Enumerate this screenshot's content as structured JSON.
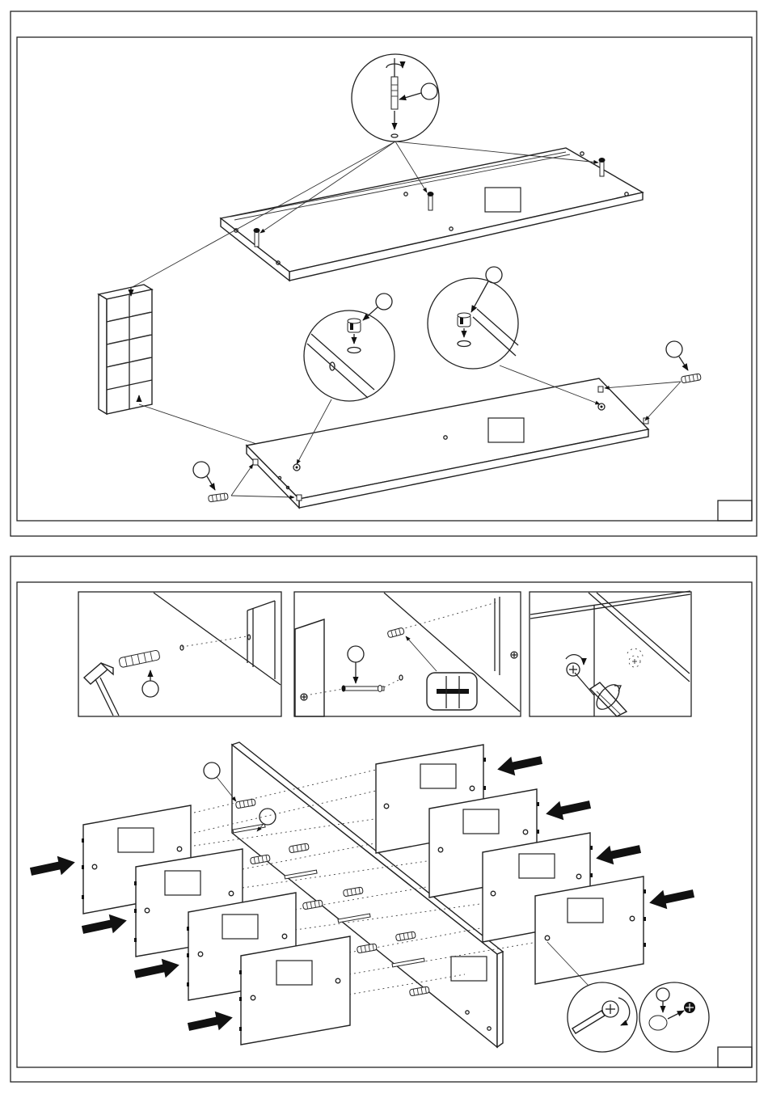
{
  "manual": {
    "pages": [
      {
        "step_number": ""
      },
      {
        "step_number": ""
      }
    ],
    "detail_panels": [
      {
        "name": "hammer-dowel-detail"
      },
      {
        "name": "cam-bolt-insert-detail"
      },
      {
        "name": "screwdriver-tighten-detail"
      }
    ],
    "part_callouts": [
      {
        "part": ""
      },
      {
        "part": ""
      },
      {
        "part": ""
      },
      {
        "part": ""
      },
      {
        "part": ""
      },
      {
        "part": ""
      },
      {
        "part": ""
      },
      {
        "part": ""
      }
    ],
    "icons": [
      "hammer-icon",
      "screwdriver-icon",
      "rotation-arrow-icon",
      "push-arrow-icon",
      "wooden-dowel-icon",
      "cam-lock-icon",
      "cam-bolt-icon",
      "cover-cap-icon"
    ]
  }
}
